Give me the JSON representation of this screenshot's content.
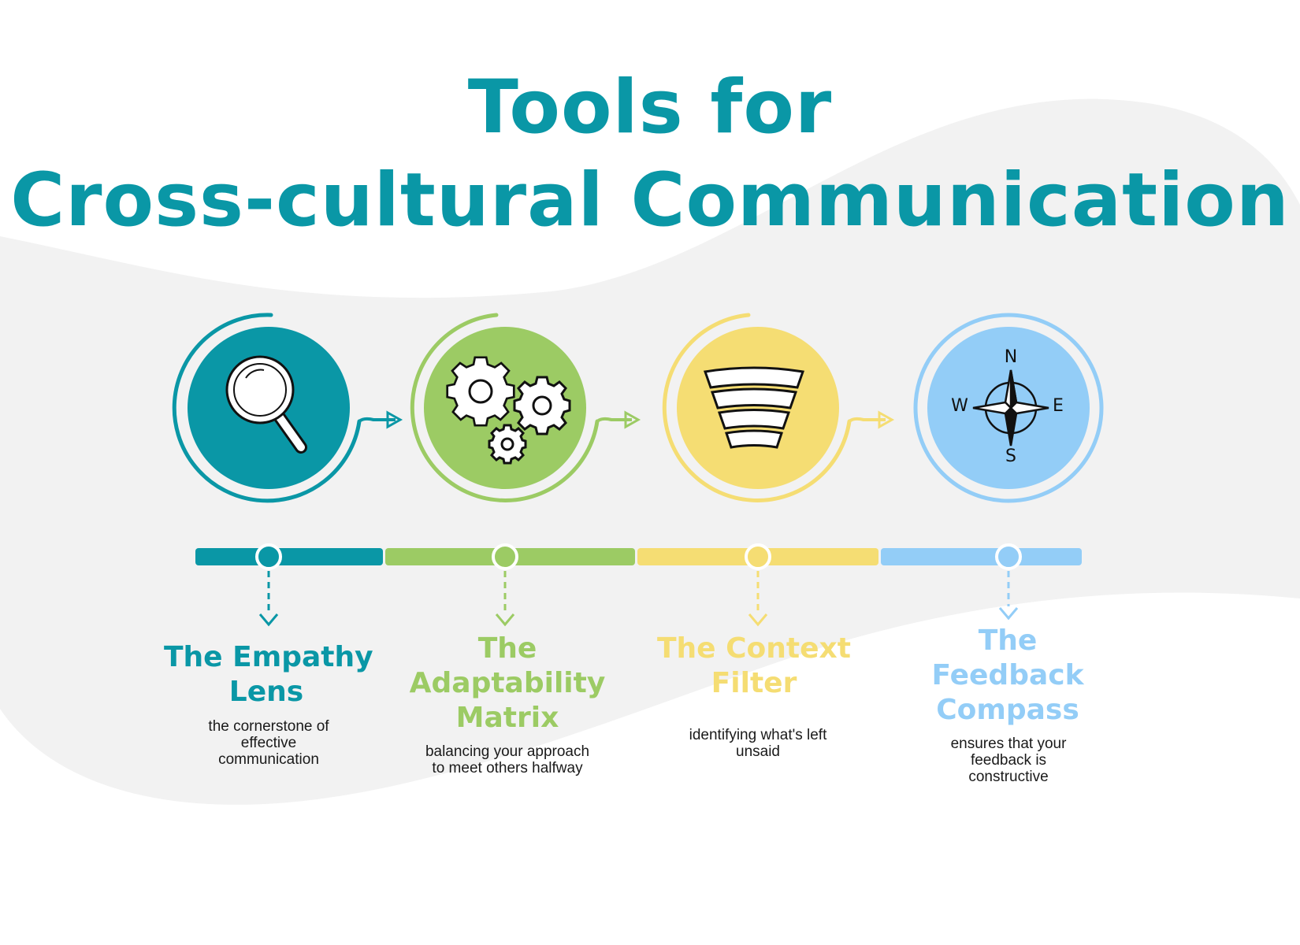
{
  "title": {
    "line1": "Tools for",
    "line2": "Cross-cultural Communication"
  },
  "colors": {
    "teal": "#0a97a6",
    "green": "#9ccb64",
    "yellow": "#f5dd73",
    "blue": "#93cdf7",
    "background_wave": "#f2f2f2"
  },
  "steps": [
    {
      "title_lines": [
        "The Empathy",
        "Lens"
      ],
      "description_lines": [
        "the cornerstone of",
        "effective",
        "communication"
      ],
      "icon": "magnifying-glass-icon",
      "color": "#0a97a6"
    },
    {
      "title_lines": [
        "The",
        "Adaptability",
        "Matrix"
      ],
      "description_lines": [
        "balancing your approach",
        "to meet others halfway"
      ],
      "icon": "gears-icon",
      "color": "#9ccb64"
    },
    {
      "title_lines": [
        "The Context",
        "Filter"
      ],
      "description_lines": [
        "identifying what's left",
        "unsaid"
      ],
      "icon": "funnel-icon",
      "color": "#f5dd73"
    },
    {
      "title_lines": [
        "The",
        "Feedback",
        "Compass"
      ],
      "description_lines": [
        "ensures that your",
        "feedback is",
        "constructive"
      ],
      "icon": "compass-icon",
      "color": "#93cdf7"
    }
  ],
  "compass_labels": {
    "north": "N",
    "south": "S",
    "east": "E",
    "west": "W"
  }
}
